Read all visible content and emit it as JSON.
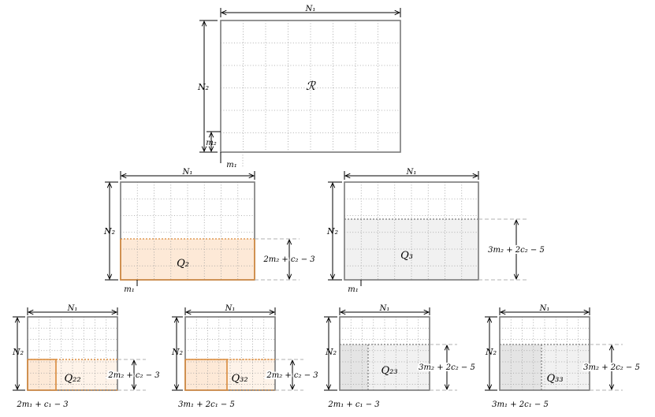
{
  "labels": {
    "N1": "N₁",
    "N2": "N₂",
    "m1": "m₁",
    "m2": "m₂",
    "R": "ℛ",
    "Q2": "Q₂",
    "Q3": "Q₃",
    "Q22": "Q₂₂",
    "Q32": "Q₃₂",
    "Q23": "Q₂₃",
    "Q33": "Q₃₃",
    "h_Q2": "2m₂ + c₂ − 3",
    "h_Q3": "3m₂ + 2c₂ − 5",
    "w_Q22": "2m₁ + c₁ − 3",
    "w_Q32": "3m₁ + 2c₁ − 5",
    "w_Q23": "2m₁ + c₁ − 3",
    "w_Q33": "3m₁ + 2c₁ − 5"
  },
  "colors": {
    "orange_fill": "#fde9d7",
    "orange_stroke": "#d98a3c",
    "gray_fill": "#f1f1f1",
    "gray_dark": "#e4e4e4"
  }
}
